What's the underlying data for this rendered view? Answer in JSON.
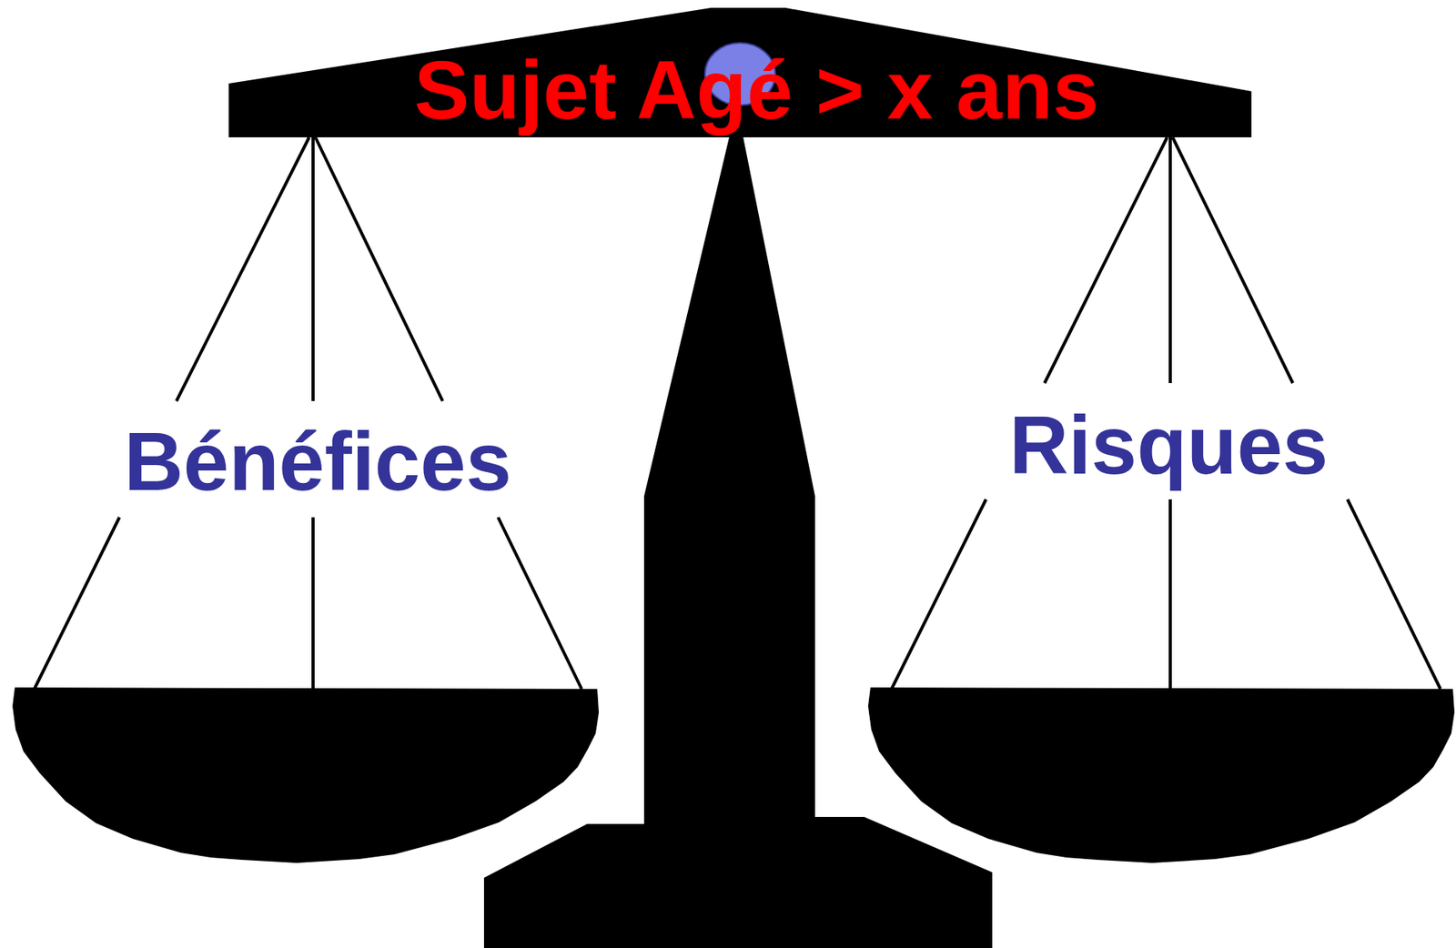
{
  "diagram": {
    "title": "Sujet Agé > x ans",
    "labels": [
      "Bénéfices",
      "Risques"
    ]
  }
}
